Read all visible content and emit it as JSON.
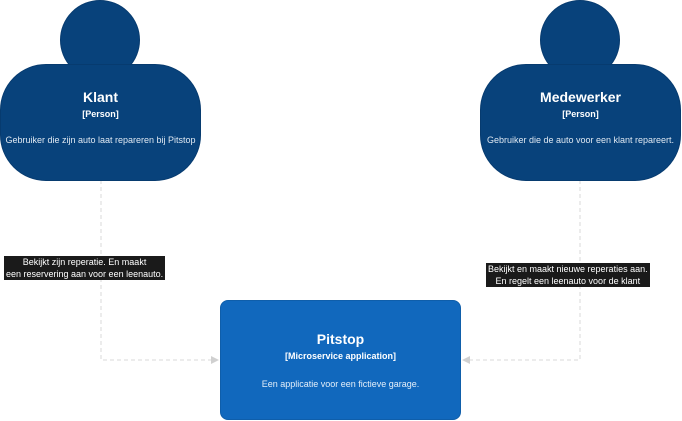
{
  "nodes": {
    "klant": {
      "title": "Klant",
      "type": "[Person]",
      "description": "Gebruiker die zijn auto laat repareren bij Pitstop"
    },
    "medewerker": {
      "title": "Medewerker",
      "type": "[Person]",
      "description": "Gebruiker die de auto voor een klant repareert."
    },
    "pitstop": {
      "title": "Pitstop",
      "type": "[Microservice application]",
      "description": "Een applicatie voor een fictieve garage."
    }
  },
  "edges": {
    "klant_to_pitstop": {
      "line1": "Bekijkt zijn reperatie. En maakt",
      "line2": "een reservering aan voor een leenauto."
    },
    "medewerker_to_pitstop": {
      "line1": "Bekijkt en maakt nieuwe reperaties aan.",
      "line2": "En regelt een leenauto voor de klant"
    }
  },
  "colors": {
    "person": "#08427b",
    "system": "#1168bd",
    "edge": "#d0d0d0",
    "label_bg": "#1a1a1a"
  }
}
